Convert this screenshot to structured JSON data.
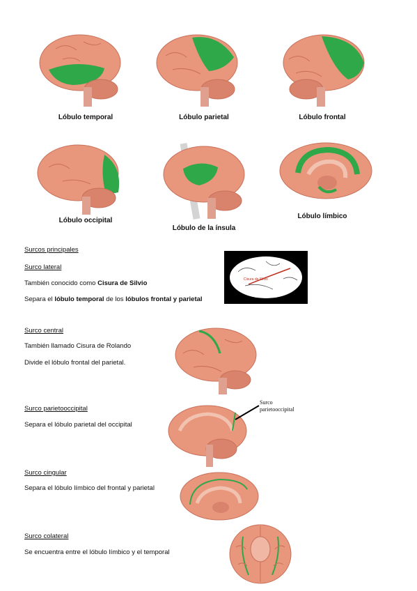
{
  "lobes": {
    "temporal": "Lóbulo temporal",
    "parietal": "Lóbulo parietal",
    "frontal": "Lóbulo frontal",
    "occipital": "Lóbulo occipital",
    "insula": "Lóbulo de la ínsula",
    "limbico": "Lóbulo límbico"
  },
  "sections": {
    "heading": "Surcos principales",
    "lateral": {
      "title": "Surco lateral",
      "line1_pre": "También conocido como ",
      "line1_bold": "Cisura de Silvio",
      "line2_a": "Separa el ",
      "line2_b": "lóbulo temporal",
      "line2_c": " de los ",
      "line2_d": "lóbulos frontal y parietal",
      "image_label": "Cisura de Silvio"
    },
    "central": {
      "title": "Surco central",
      "line1": "También llamado Cisura de Rolando",
      "line2": "Divide el lóbulo frontal del parietal."
    },
    "parietooccipital": {
      "title": "Surco parietooccipital",
      "line1": "Separa el lóbulo parietal del occipital",
      "label_1": "Surco",
      "label_2": "parietooccipital"
    },
    "cingular": {
      "title": "Surco cingular",
      "line1": "Separa el lóbulo límbico del frontal y parietal"
    },
    "colateral": {
      "title": "Surco colateral",
      "line1": "Se encuentra entre el lóbulo límbico y el temporal"
    }
  },
  "colors": {
    "brain": "#e8967c",
    "brain_dark": "#c8705a",
    "highlight": "#2fa84a",
    "cerebellum": "#d9826c"
  }
}
